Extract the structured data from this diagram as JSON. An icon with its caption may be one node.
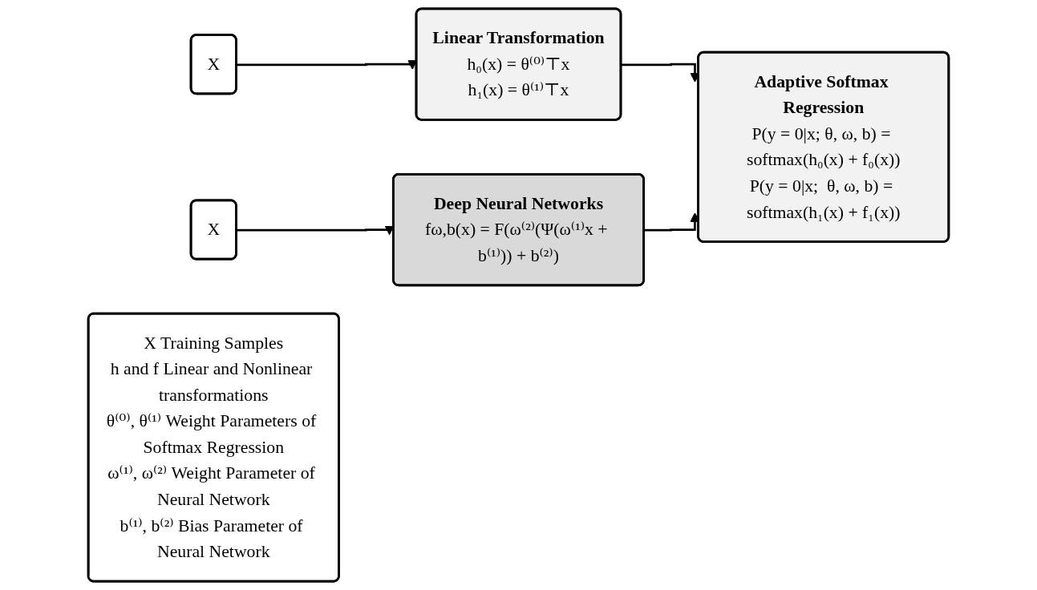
{
  "diagram": {
    "nodes": [
      {
        "text": [
          "X"
        ]
      },
      {
        "text": [
          "Linear Transformation",
          "h₀(x) = θ⁽⁰⁾⊤x",
          "h₁(x) = θ⁽¹⁾⊤x"
        ]
      },
      {
        "text": [
          "Adaptive Softmax Regression",
          "P(y = 0|x; θ, ω, b) = softmax(h₀(x) + f₀(x))",
          "P(y = 0|x;  θ, ω, b) = softmax(h₁(x) + f₁(x))"
        ]
      },
      {
        "text": [
          "X"
        ]
      },
      {
        "text": [
          "Deep Neural Networks",
          "fω,b(x) = F(ω⁽²⁾(Ψ(ω⁽¹⁾x + b⁽¹⁾)) + b⁽²⁾)"
        ]
      },
      {
        "text": [
          "X Training Samples",
          "h and f Linear and Nonlinear transformations",
          "θ⁽⁰⁾, θ⁽¹⁾ Weight Parameters of Softmax Regression",
          "ω⁽¹⁾, ω⁽²⁾ Weight Parameter of Neural Network",
          "b⁽¹⁾, b⁽²⁾ Bias Parameter of Neural Network"
        ]
      }
    ],
    "edges": [
      {
        "from": 0,
        "to": 1,
        "arrow": "to"
      },
      {
        "from": 3,
        "to": 4,
        "arrow": "to"
      },
      {
        "from": 1,
        "to": 2,
        "arrow": "to"
      },
      {
        "from": 4,
        "to": 2,
        "arrow": "to"
      }
    ]
  }
}
